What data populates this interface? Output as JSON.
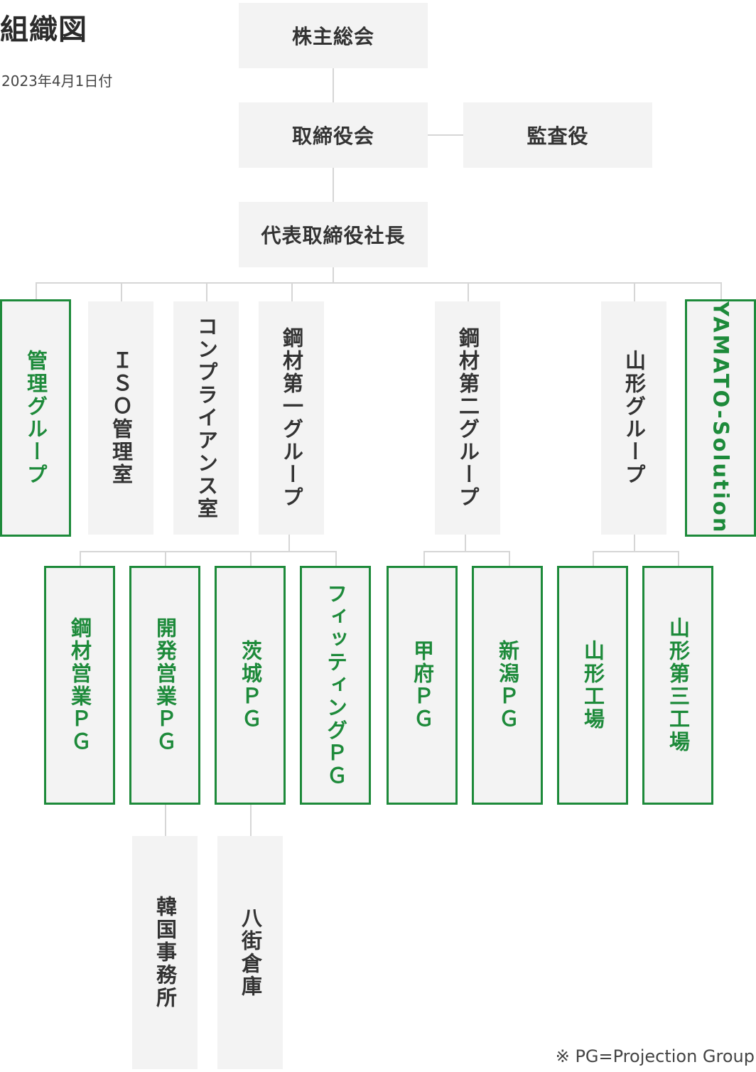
{
  "header": {
    "title": "組織図",
    "date": "2023年4月1日付"
  },
  "org": {
    "shareholders_meeting": "株主総会",
    "board": "取締役会",
    "auditor": "監査役",
    "president": "代表取締役社長",
    "divisions": {
      "management_group": "管理グループ",
      "iso_office": "ＩＳＯ管理室",
      "compliance_office": "コンプライアンス室",
      "steel_group_1": "鋼材第一グループ",
      "steel_group_2": "鋼材第二グループ",
      "yamagata_group": "山形グループ",
      "yamato_solution": "YAMATO-Solution"
    },
    "pgs": {
      "steel_sales_pg": "鋼材営業ＰＧ",
      "dev_sales_pg": "開発営業ＰＧ",
      "ibaraki_pg": "茨城ＰＧ",
      "fitting_pg": "フィッティングＰＧ",
      "kofu_pg": "甲府ＰＧ",
      "niigata_pg": "新潟ＰＧ",
      "yamagata_factory": "山形工場",
      "yamagata_factory_3": "山形第三工場"
    },
    "sub_units": {
      "korea_office": "韓国事務所",
      "yachimata_warehouse": "八街倉庫"
    }
  },
  "footnote": "※ PG=Projection Group",
  "colors": {
    "accent_green": "#1d8a3a",
    "box_fill": "#f3f3f3",
    "connector": "#d6d6d6",
    "text_dark": "#333333"
  }
}
